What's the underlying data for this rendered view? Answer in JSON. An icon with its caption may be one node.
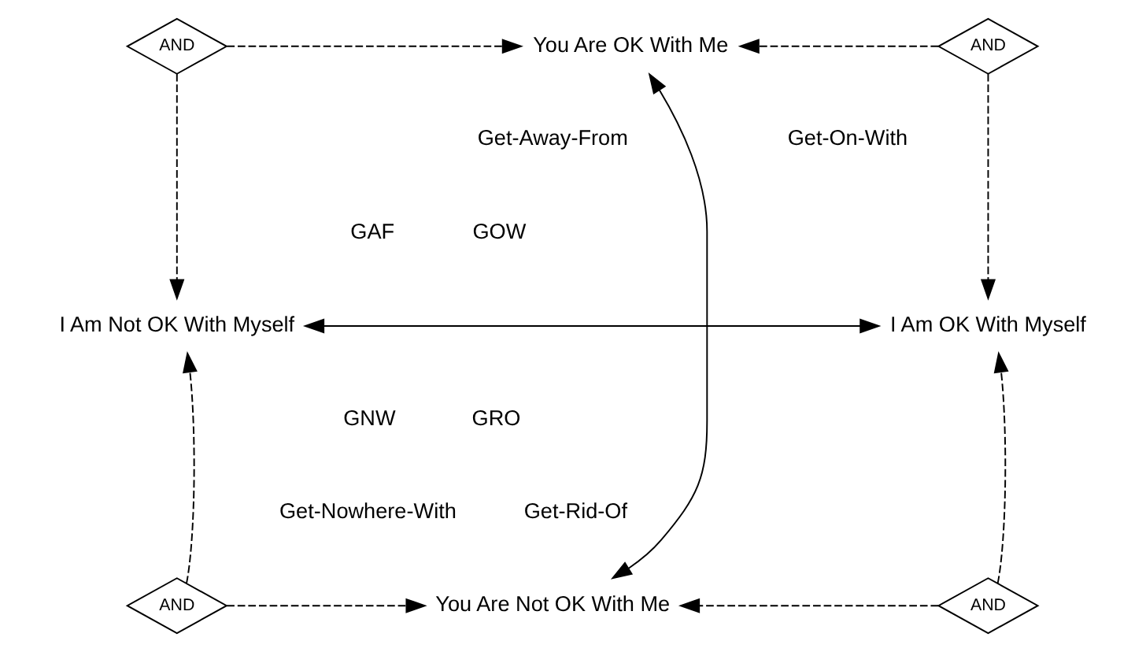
{
  "diagram": {
    "nodes": [
      {
        "text": [
          "AND"
        ]
      },
      {
        "text": [
          "You Are OK With Me"
        ]
      },
      {
        "text": [
          "AND"
        ]
      },
      {
        "text": [
          "I Am Not OK With Myself"
        ]
      },
      {
        "text": [
          "I Am OK With Myself"
        ]
      },
      {
        "text": [
          "AND"
        ]
      },
      {
        "text": [
          "You Are Not OK With Me"
        ]
      },
      {
        "text": [
          "AND"
        ]
      }
    ],
    "edges": [
      {
        "from": 0,
        "to": 1,
        "arrow": "to",
        "style": "dashed"
      },
      {
        "from": 2,
        "to": 1,
        "arrow": "to",
        "style": "dashed"
      },
      {
        "from": 0,
        "to": 3,
        "arrow": "to",
        "style": "dashed"
      },
      {
        "from": 2,
        "to": 4,
        "arrow": "to",
        "style": "dashed"
      },
      {
        "from": 1,
        "to": 6,
        "arrow": "both"
      },
      {
        "from": 3,
        "to": 4,
        "arrow": "both"
      },
      {
        "from": 5,
        "to": 3,
        "arrow": "to",
        "style": "dashed"
      },
      {
        "from": 7,
        "to": 4,
        "arrow": "to",
        "style": "dashed"
      },
      {
        "from": 5,
        "to": 6,
        "arrow": "to",
        "style": "dashed"
      },
      {
        "from": 7,
        "to": 6,
        "arrow": "to",
        "style": "dashed"
      }
    ],
    "labels": [
      "Get-Away-From",
      "Get-On-With",
      "GAF",
      "GOW",
      "GNW",
      "GRO",
      "Get-Nowhere-With",
      "Get-Rid-Of"
    ]
  }
}
